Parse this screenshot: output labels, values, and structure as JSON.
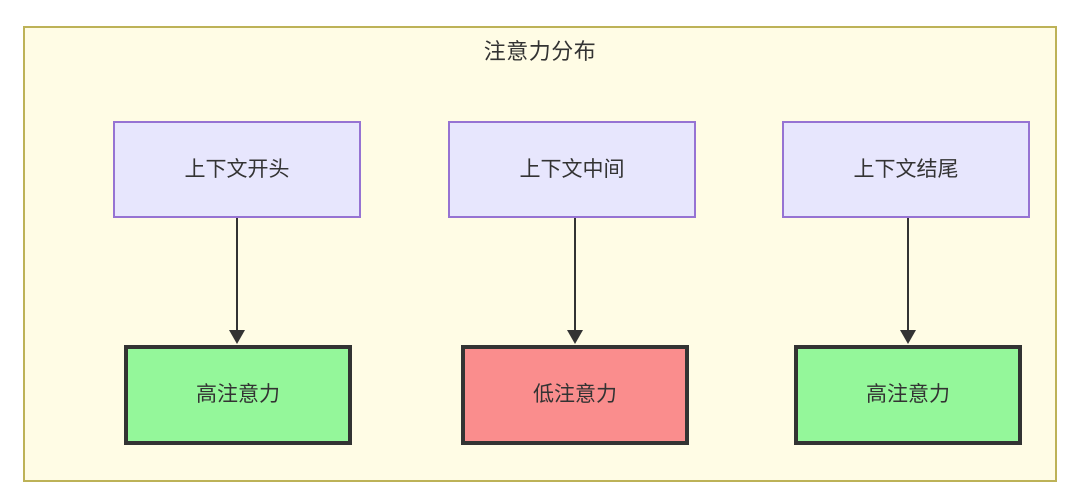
{
  "diagram": {
    "type": "flowchart",
    "container": {
      "title": "注意力分布",
      "fill_color": "#fffce5",
      "border_color": "#bdb257"
    },
    "context_nodes": [
      {
        "id": "ctx-start",
        "label": "上下文开头",
        "fill_color": "#e7e6fd",
        "border_color": "#9673d3"
      },
      {
        "id": "ctx-middle",
        "label": "上下文中间",
        "fill_color": "#e7e6fd",
        "border_color": "#9673d3"
      },
      {
        "id": "ctx-end",
        "label": "上下文结尾",
        "fill_color": "#e7e6fd",
        "border_color": "#9673d3"
      }
    ],
    "attention_nodes": [
      {
        "id": "attn-high-start",
        "label": "高注意力",
        "level": "high",
        "fill_color": "#94f79a",
        "border_color": "#333333"
      },
      {
        "id": "attn-low-middle",
        "label": "低注意力",
        "level": "low",
        "fill_color": "#fa8d8d",
        "border_color": "#333333"
      },
      {
        "id": "attn-high-end",
        "label": "高注意力",
        "level": "high",
        "fill_color": "#94f79a",
        "border_color": "#333333"
      }
    ],
    "edges": [
      {
        "from": "ctx-start",
        "to": "attn-high-start",
        "style": "arrow-down"
      },
      {
        "from": "ctx-middle",
        "to": "attn-low-middle",
        "style": "arrow-down"
      },
      {
        "from": "ctx-end",
        "to": "attn-high-end",
        "style": "arrow-down"
      }
    ],
    "text_color": "#333333"
  }
}
